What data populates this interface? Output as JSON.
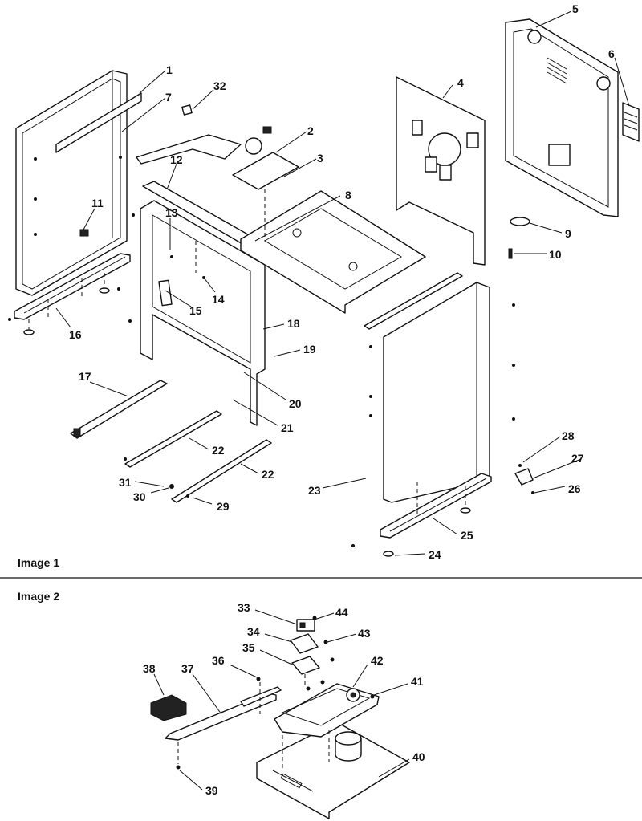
{
  "panels": [
    {
      "caption": "Image 1"
    },
    {
      "caption": "Image 2"
    }
  ],
  "callouts": {
    "c1": "1",
    "c2": "2",
    "c3": "3",
    "c4": "4",
    "c5": "5",
    "c6": "6",
    "c7": "7",
    "c8": "8",
    "c9": "9",
    "c10": "10",
    "c11": "11",
    "c12": "12",
    "c13": "13",
    "c14": "14",
    "c15": "15",
    "c16": "16",
    "c17": "17",
    "c18": "18",
    "c19": "19",
    "c20": "20",
    "c21": "21",
    "c22a": "22",
    "c22b": "22",
    "c23": "23",
    "c24": "24",
    "c25": "25",
    "c26": "26",
    "c27": "27",
    "c28": "28",
    "c29": "29",
    "c30": "30",
    "c31": "31",
    "c32": "32",
    "c33": "33",
    "c34": "34",
    "c35": "35",
    "c36": "36",
    "c37": "37",
    "c38": "38",
    "c39": "39",
    "c40": "40",
    "c41": "41",
    "c42": "42",
    "c43": "43",
    "c44": "44"
  }
}
